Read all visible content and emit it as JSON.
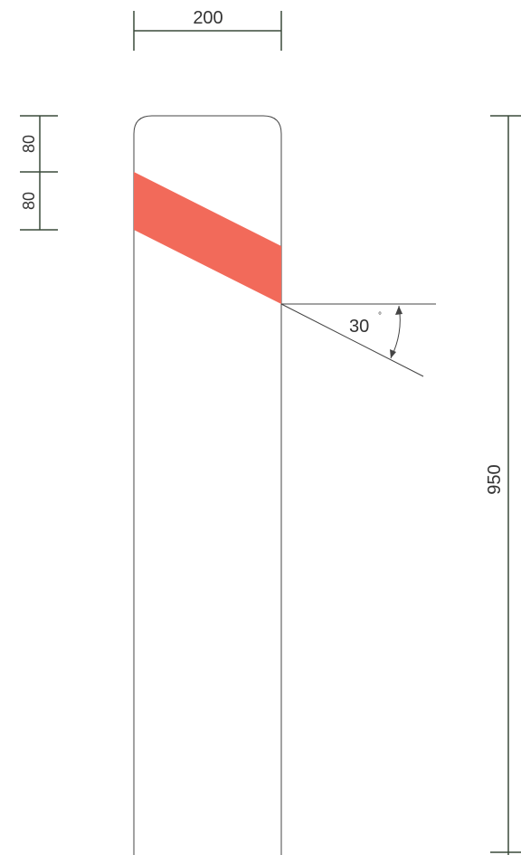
{
  "diagram": {
    "dimensions": {
      "width_label": "200",
      "top_segment_label": "80",
      "stripe_segment_label": "80",
      "height_label": "950",
      "angle_label": "30",
      "angle_unit": "°"
    },
    "colors": {
      "stripe": "#f26a5a",
      "outline": "#444444",
      "dimension_line": "#3a4a3a"
    }
  }
}
